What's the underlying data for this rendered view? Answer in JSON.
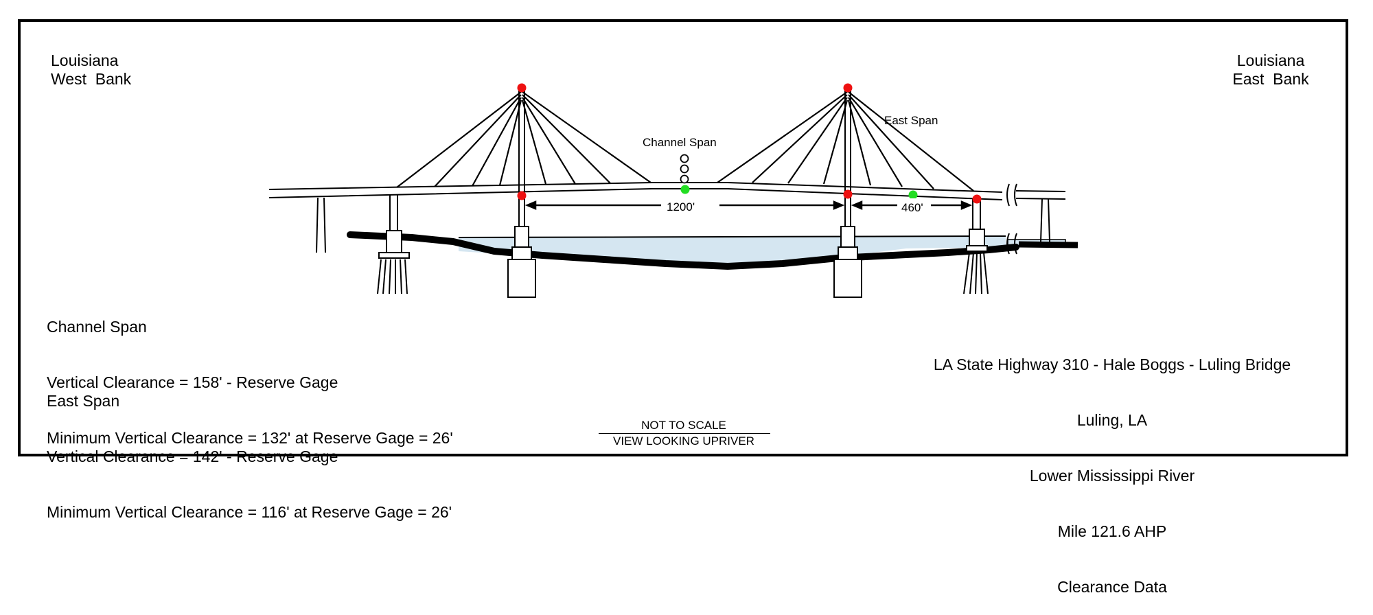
{
  "west_bank": {
    "line1": "Louisiana",
    "line2": "West  Bank"
  },
  "east_bank": {
    "line1": "Louisiana",
    "line2": "East  Bank"
  },
  "diagram_labels": {
    "channel_span": "Channel Span",
    "east_span": "East Span",
    "dim_channel": "1200'",
    "dim_east": "460'"
  },
  "clearance_notes": {
    "channel": {
      "heading": "Channel Span",
      "vertical": "Vertical Clearance = 158' - Reserve Gage",
      "minimum": "Minimum Vertical Clearance = 132' at Reserve Gage = 26'"
    },
    "east": {
      "heading": "East Span",
      "vertical": "Vertical Clearance = 142' - Reserve Gage",
      "minimum": "Minimum Vertical Clearance = 116' at Reserve Gage = 26'"
    }
  },
  "bridge_info": {
    "line1": "LA State Highway 310 - Hale Boggs - Luling Bridge",
    "line2": "Luling, LA",
    "line3": "Lower Mississippi River",
    "line4": "Mile 121.6 AHP",
    "line5": "Clearance Data"
  },
  "footer": {
    "scale_note": "NOT TO SCALE",
    "view_note": "VIEW LOOKING UPRIVER"
  },
  "colors": {
    "red_light": "#ee1111",
    "green_light": "#22dd22",
    "water": "#d5e6f1"
  }
}
